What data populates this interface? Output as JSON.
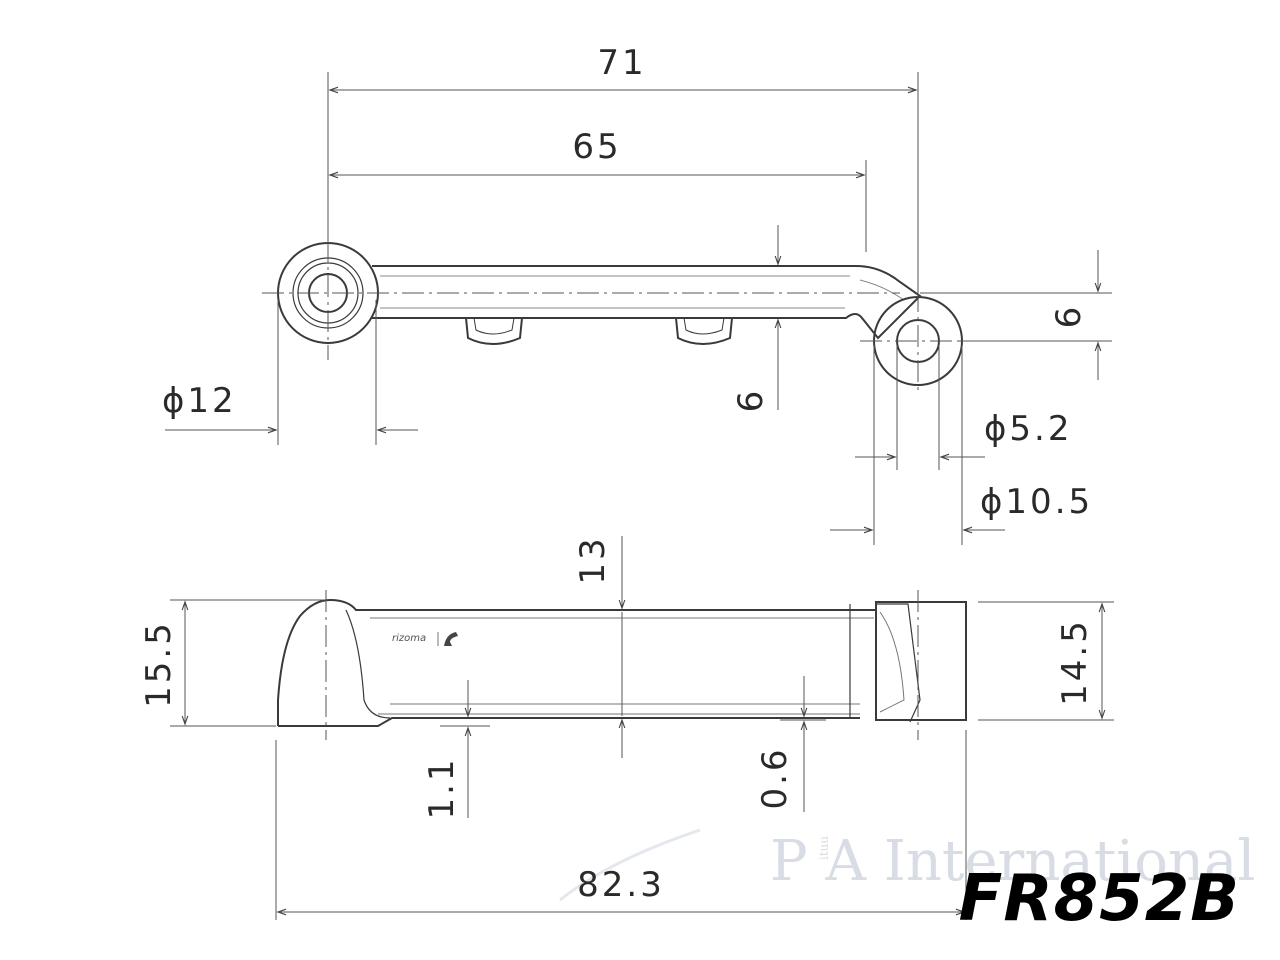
{
  "dimensions": {
    "top_overall_length": "71",
    "top_center_distance": "65",
    "top_left_diameter": "ϕ12",
    "top_bar_height": "6",
    "top_right_offset": "6",
    "top_hole_diameter": "ϕ5.2",
    "top_right_diameter": "ϕ10.5",
    "side_width": "13",
    "side_left_height": "15.5",
    "side_right_height": "14.5",
    "side_step_left": "1.1",
    "side_step_right": "0.6",
    "side_overall_length": "82.3"
  },
  "model_number": "FR852B",
  "watermark": {
    "text": "P A International",
    "small": "ituu"
  },
  "part_logo": "rizoma"
}
